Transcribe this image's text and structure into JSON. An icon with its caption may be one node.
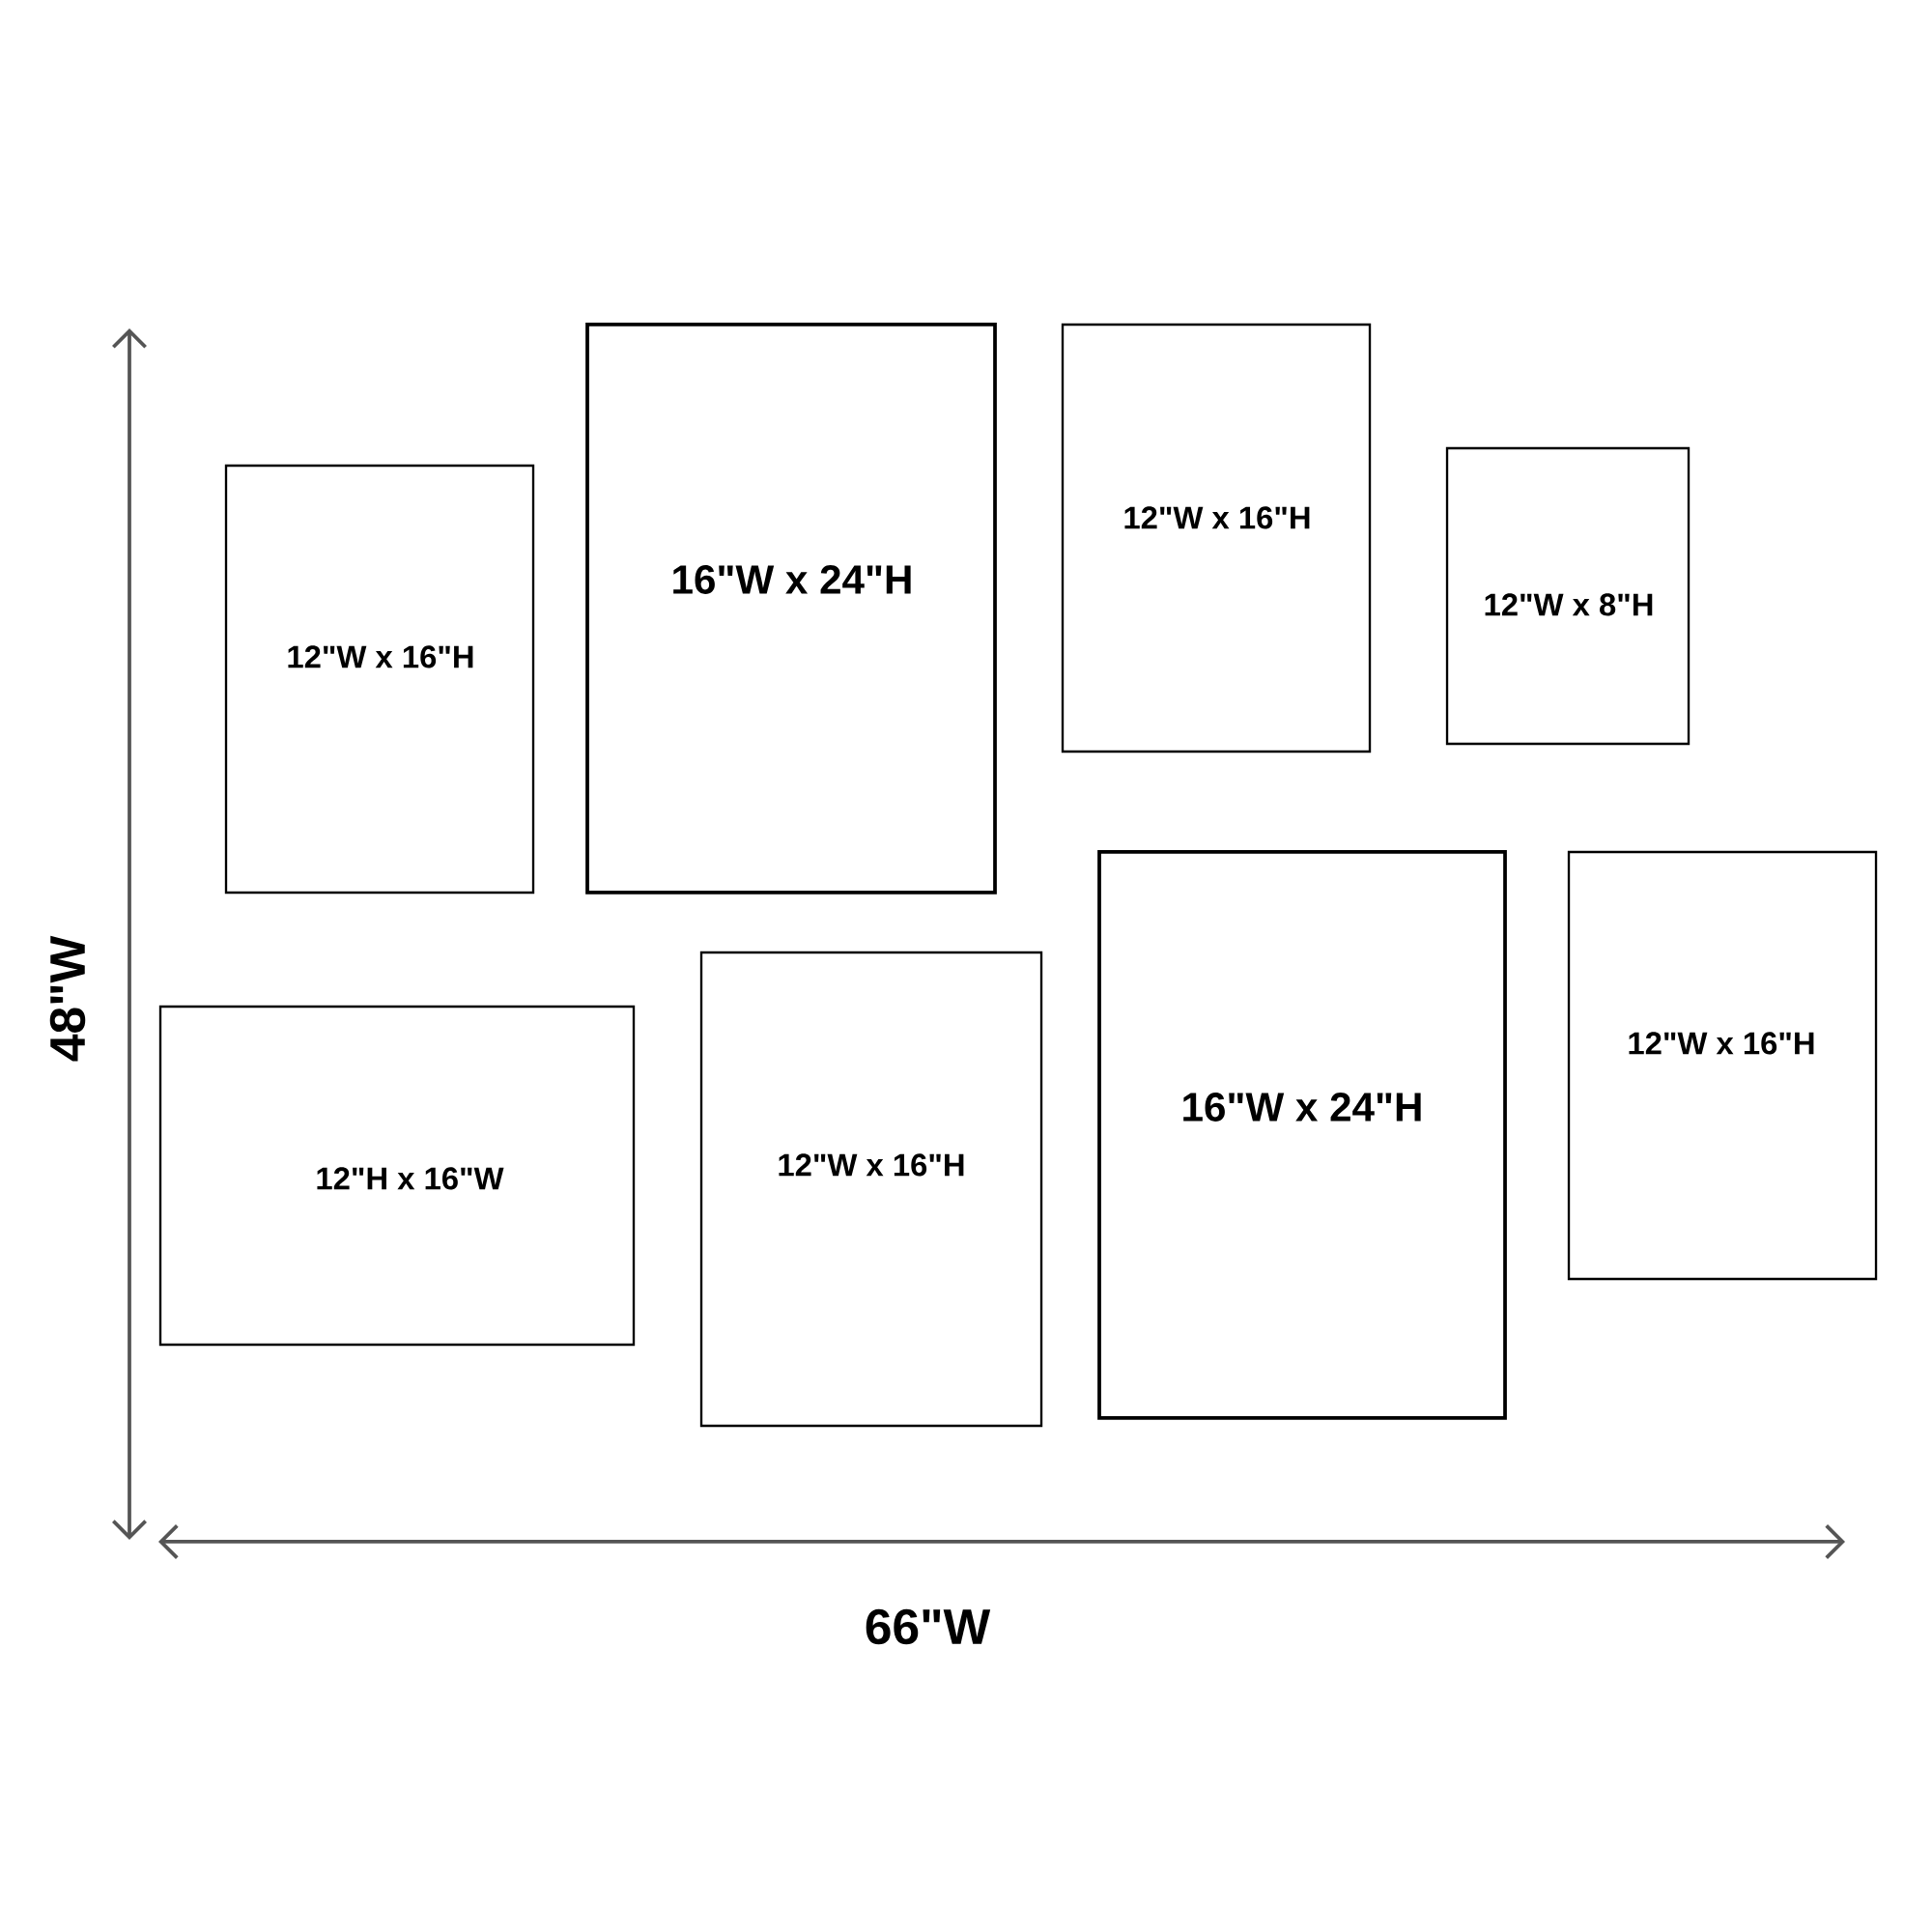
{
  "diagram": {
    "nodes": [
      {
        "text": [
          "12\"W x 16\"H"
        ]
      },
      {
        "text": [
          "16\"W x 24\"H"
        ]
      },
      {
        "text": [
          "12\"W x 16\"H"
        ]
      },
      {
        "text": [
          "12\"W x 8\"H"
        ]
      },
      {
        "text": [
          "12\"H x 16\"W"
        ]
      },
      {
        "text": [
          "12\"W x 16\"H"
        ]
      },
      {
        "text": [
          "16\"W x 24\"H"
        ]
      },
      {
        "text": [
          "12\"W x 16\"H"
        ]
      }
    ],
    "labels": [
      "48\"W",
      "66\"W"
    ]
  }
}
